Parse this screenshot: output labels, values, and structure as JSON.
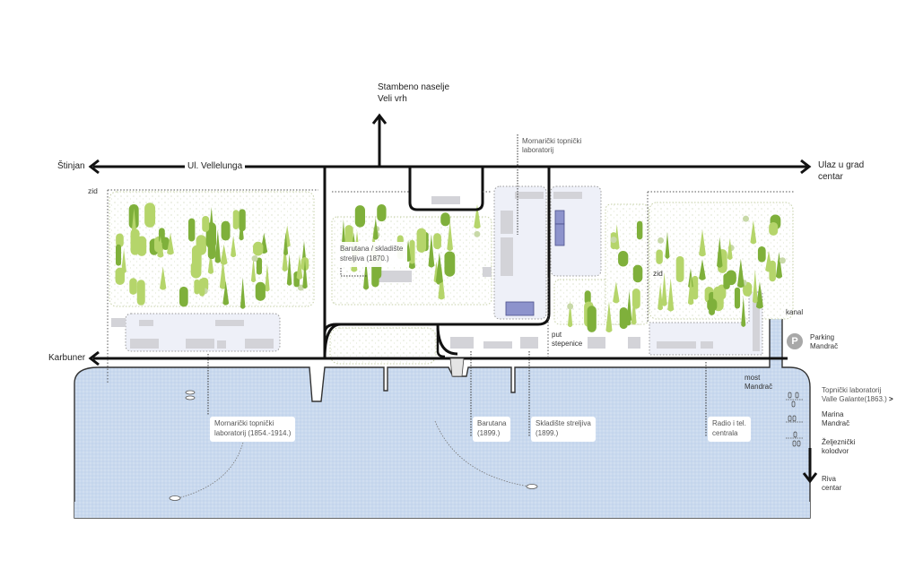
{
  "roads": {
    "main_west": "Štinjan",
    "main_street": "Ul. Vellelunga",
    "main_east_line1": "Ulaz u grad",
    "main_east_line2": "centar",
    "north_line1": "Stambeno naselje",
    "north_line2": "Veli vrh",
    "coast_west": "Karbuner",
    "south_east_line1": "Riva",
    "south_east_line2": "centar"
  },
  "labels": {
    "wall_west": "zid",
    "wall_east": "zid",
    "canal": "kanal",
    "parking_symbol": "P",
    "parking_line1": "Parking",
    "parking_line2": "Mandrač",
    "bridge_line1": "most",
    "bridge_line2": "Mandrač",
    "stairs_line1": "put",
    "stairs_line2": "stepenice",
    "lab_top_line1": "Mornarički topnički",
    "lab_top_line2": "laboratorij"
  },
  "callouts": [
    {
      "id": "powder-store-1870",
      "line1": "Barutana / skladište",
      "line2": "streljiva (1870.)"
    },
    {
      "id": "naval-lab",
      "line1": "Mornarički topnički",
      "line2": "laboratorij (1854.-1914.)"
    },
    {
      "id": "powder-1899",
      "line1": "Barutana",
      "line2": "(1899.)"
    },
    {
      "id": "ammo-store-1899",
      "line1": "Skladište streljiva",
      "line2": "(1899.)"
    },
    {
      "id": "radio",
      "line1": "Radio i tel.",
      "line2": "centrala"
    }
  ],
  "east_destinations": [
    {
      "line1": "Topnički laboratorij",
      "line2": "Valle Galante(1863.)",
      "suffix": ">"
    },
    {
      "line1": "Marina",
      "line2": "Mandrač"
    },
    {
      "line1": "Željeznički",
      "line2": "kolodvor"
    }
  ],
  "colors": {
    "water": "#c9d9ee",
    "road": "#111111",
    "tree_dark": "#7fb03b",
    "tree_light": "#b5d56b",
    "tree_pale": "#c8d9a8",
    "building": "#d3d3d8",
    "building_highlight": "#8d93cc",
    "zone_fill": "#eef0f8"
  }
}
